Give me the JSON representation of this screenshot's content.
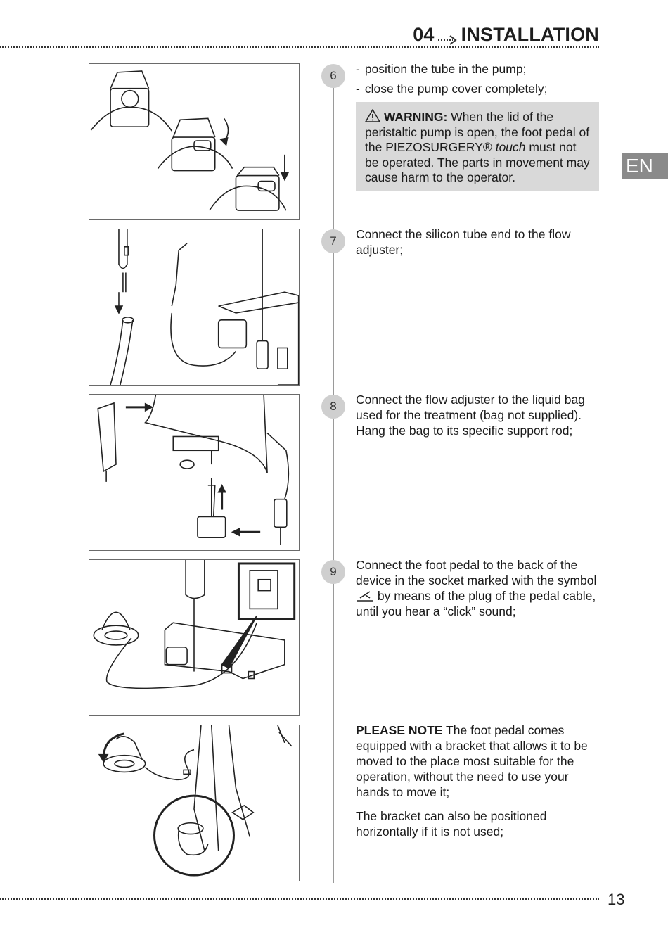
{
  "header": {
    "section_number": "04",
    "section_title": "INSTALLATION"
  },
  "language_tab": "EN",
  "page_number": "13",
  "steps": [
    {
      "number": "6",
      "bullets": [
        "position the tube in the pump;",
        "close the pump cover completely;"
      ],
      "warning": {
        "label": "WARNING:",
        "text_1": "When the lid of the peristaltic pump is open, the foot pedal of the PIEZOSURGERY®",
        "text_italic": "touch",
        "text_2": "must not be operated. The parts in movement may cause harm to the operator."
      }
    },
    {
      "number": "7",
      "text": "Connect the silicon tube end to the flow adjuster;"
    },
    {
      "number": "8",
      "text": "Connect the flow adjuster to the liquid bag used for the treatment (bag not supplied). Hang the bag to its specific support rod;"
    },
    {
      "number": "9",
      "text_before": "Connect the foot pedal to the back of the device in the socket marked with the symbol",
      "text_after": "by means of the plug of the pedal cable, until you hear a “click” sound;"
    }
  ],
  "note": {
    "label": "PLEASE NOTE",
    "text": "The foot pedal comes equipped with a bracket that allows it to be moved to the place most suitable for the operation, without the need to use your hands to move it;",
    "text_2": "The bracket can also be positioned horizontally if it is not used;"
  },
  "icons": [
    "warning-triangle-icon",
    "arrow-right-icon",
    "foot-pedal-symbol-icon"
  ]
}
